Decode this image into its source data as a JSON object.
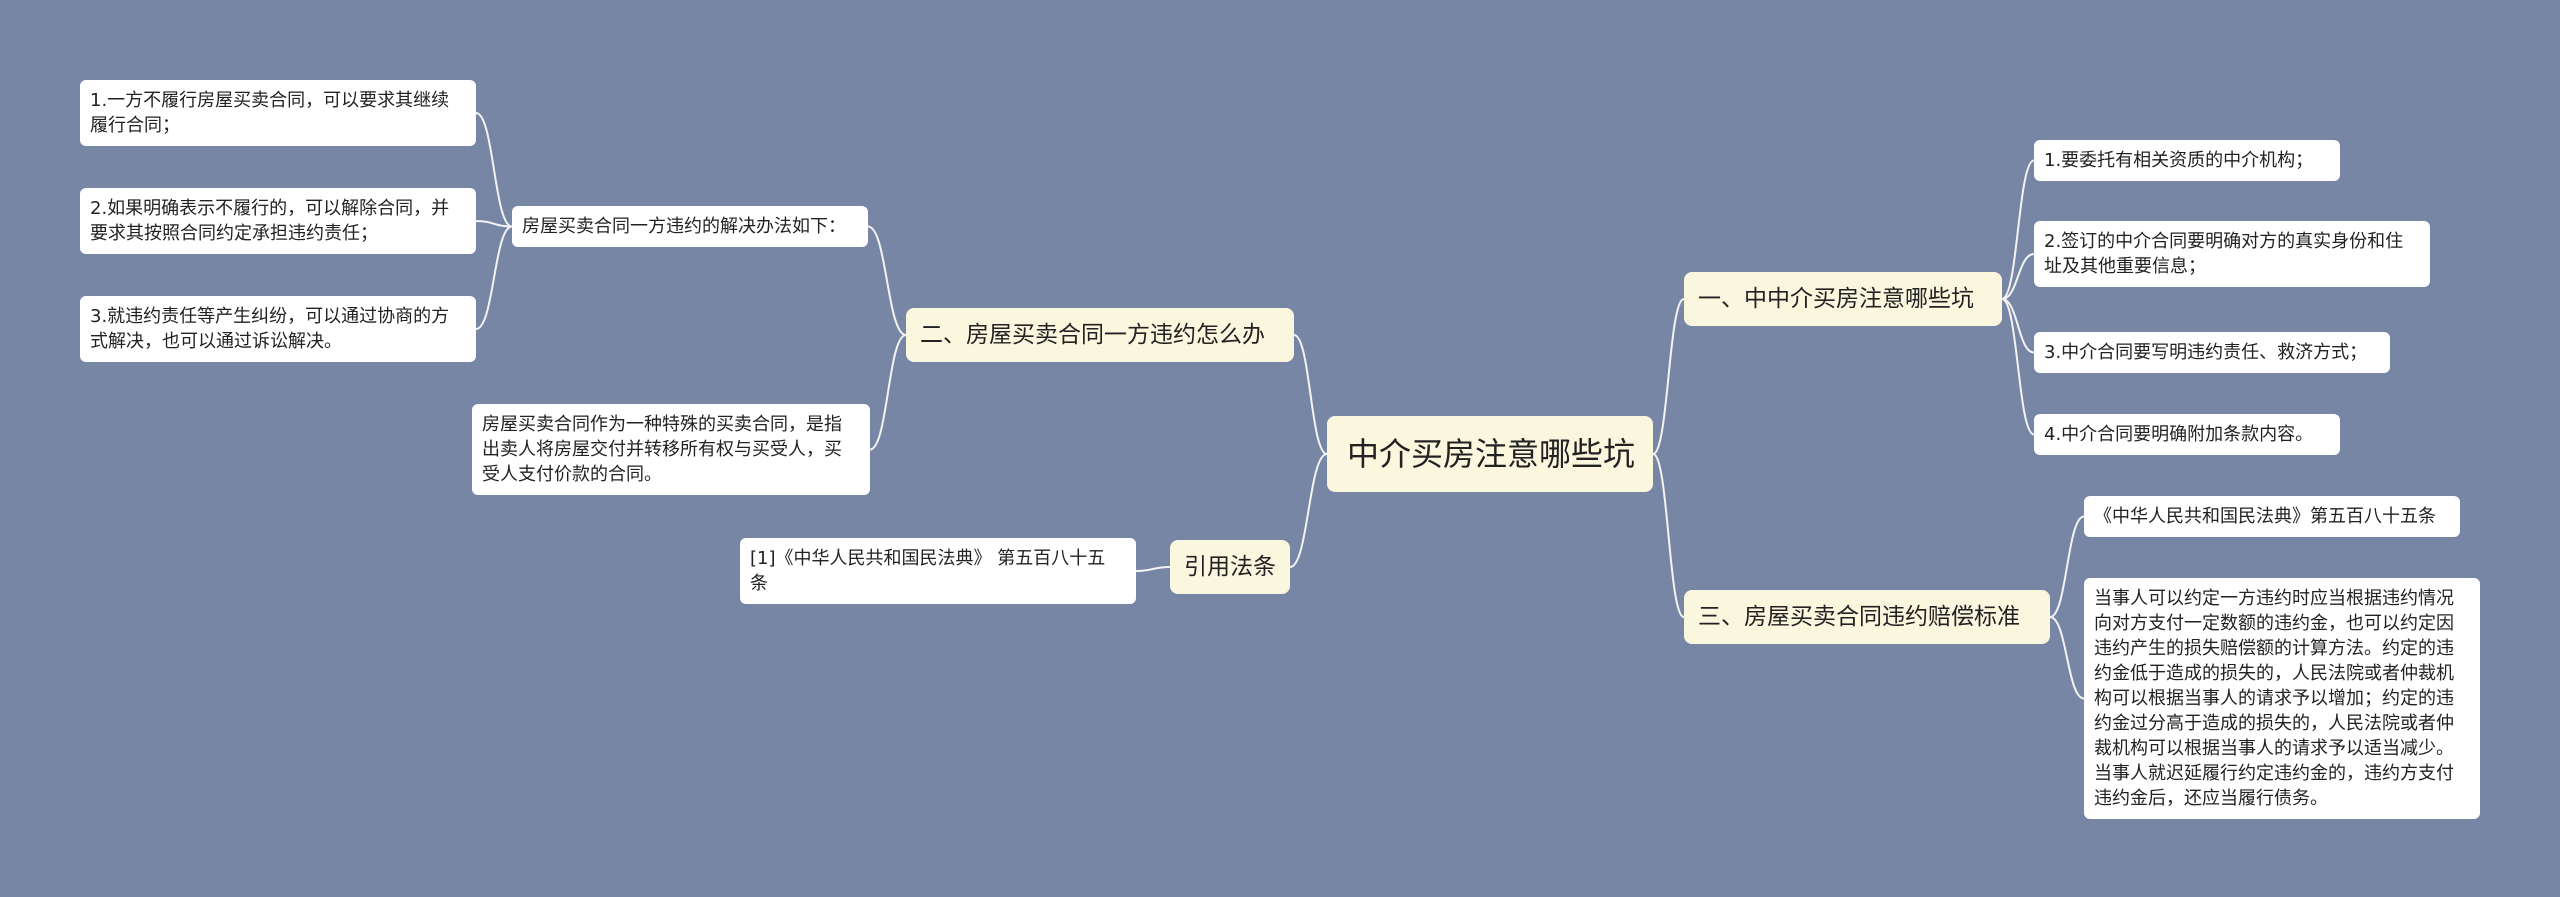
{
  "colors": {
    "background": "#7886a6",
    "main_node": "#fbf6de",
    "leaf_node": "#ffffff",
    "edge": "#f3f3f3"
  },
  "root": {
    "label": "中介买房注意哪些坑"
  },
  "left": {
    "branch2": {
      "label": "二、房屋买卖合同一方违约怎么办",
      "sub": "房屋买卖合同一方违约的解决办法如下：",
      "items": [
        "1.一方不履行房屋买卖合同，可以要求其继续\n履行合同；",
        "2.如果明确表示不履行的，可以解除合同，并\n要求其按照合同约定承担违约责任；",
        "3.就违约责任等产生纠纷，可以通过协商的方\n式解决，也可以通过诉讼解决。"
      ],
      "definition": "房屋买卖合同作为一种特殊的买卖合同，是指\n出卖人将房屋交付并转移所有权与买受人，买\n受人支付价款的合同。"
    },
    "law": {
      "label": "引用法条",
      "item": "[1]《中华人民共和国民法典》 第五百八十五\n条"
    }
  },
  "right": {
    "branch1": {
      "label": "一、中中介买房注意哪些坑",
      "items": [
        "1.要委托有相关资质的中介机构；",
        "2.签订的中介合同要明确对方的真实身份和住\n址及其他重要信息；",
        "3.中介合同要写明违约责任、救济方式；",
        "4.中介合同要明确附加条款内容。"
      ]
    },
    "branch3": {
      "label": "三、房屋买卖合同违约赔偿标准",
      "law": "《中华人民共和国民法典》第五百八十五条",
      "text": "当事人可以约定一方违约时应当根据违约情况\n向对方支付一定数额的违约金，也可以约定因\n违约产生的损失赔偿额的计算方法。约定的违\n约金低于造成的损失的，人民法院或者仲裁机\n构可以根据当事人的请求予以增加；约定的违\n约金过分高于造成的损失的，人民法院或者仲\n裁机构可以根据当事人的请求予以适当减少。\n当事人就迟延履行约定违约金的，违约方支付\n违约金后，还应当履行债务。"
    }
  }
}
